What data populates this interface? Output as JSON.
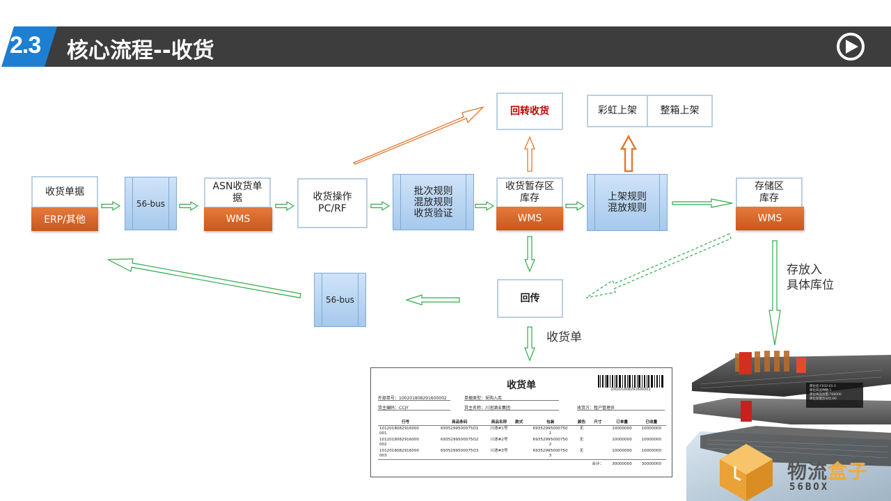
{
  "header": {
    "section_number": "2.3",
    "title": "核心流程--收货",
    "play_icon": "play-circle-icon",
    "colors": {
      "bar": "#3d3d3d",
      "badge": "#1e7fd1",
      "text": "#ffffff"
    }
  },
  "nodes": {
    "receipt_doc": {
      "label": "收货单据",
      "tag": "ERP/其他"
    },
    "bus_1": {
      "label": "56-bus"
    },
    "asn": {
      "label": "ASN收货单据",
      "tag": "WMS"
    },
    "operation": {
      "label": "收货操作",
      "sub": "PC/RF"
    },
    "rules": {
      "line1": "批次规则",
      "line2": "混放规则",
      "line3": "收货验证"
    },
    "staging": {
      "line1": "收货暂存区",
      "line2": "库存",
      "tag": "WMS"
    },
    "return_receipt": {
      "label": "回转收货"
    },
    "rainbow": {
      "label": "彩虹上架"
    },
    "whole_box": {
      "label": "整箱上架"
    },
    "putaway_rules": {
      "line1": "上架规则",
      "line2": "混放规则"
    },
    "storage": {
      "line1": "存储区",
      "line2": "库存",
      "tag": "WMS"
    },
    "feedback": {
      "label": "回传"
    },
    "bus_2": {
      "label": "56-bus"
    }
  },
  "labels": {
    "store_line1": "存放入",
    "store_line2": "具体库位",
    "receipt_form": "收货单"
  },
  "document": {
    "title": "收货单",
    "barcode_number": "100201808291600002",
    "fields": {
      "external_no": "外部单号：100201808291600002",
      "doc_type": "单据类型：采购入库",
      "owner_code": "货主编码：CCJY",
      "owner_name": "货主名称：川池酒业集团",
      "receiver": "收货方：租户管理员"
    },
    "columns": [
      "行号",
      "商品条码",
      "商品名称",
      "款式",
      "包装",
      "颜色",
      "尺寸",
      "订单量",
      "已收量"
    ],
    "rows": [
      [
        "1012018082916000\n001",
        "6935299500075O1",
        "川池#1号",
        "",
        "69352995000750\n1",
        "无",
        "",
        "10000000",
        "10000000"
      ],
      [
        "1012018082916000\n002",
        "6935299500075O2",
        "川池#2号",
        "",
        "69352995000750\n2",
        "无",
        "",
        "10000000",
        "10000000"
      ],
      [
        "1012018082916000\n003",
        "6935299500075O3",
        "川池#3号",
        "",
        "69352995000750\n3",
        "无",
        "",
        "10000000",
        "10000000"
      ]
    ],
    "total_label": "合计：",
    "total_ordered": "30000000",
    "total_received": "30000000"
  },
  "warehouse": {
    "tooltip": [
      "库位名:F032-01-1",
      "库位商品种数:1",
      "库位商品总量:768000",
      "库位容量百分比:80"
    ]
  },
  "logo": {
    "main": "物流",
    "accent": "盒子",
    "sub": "56BOX"
  }
}
